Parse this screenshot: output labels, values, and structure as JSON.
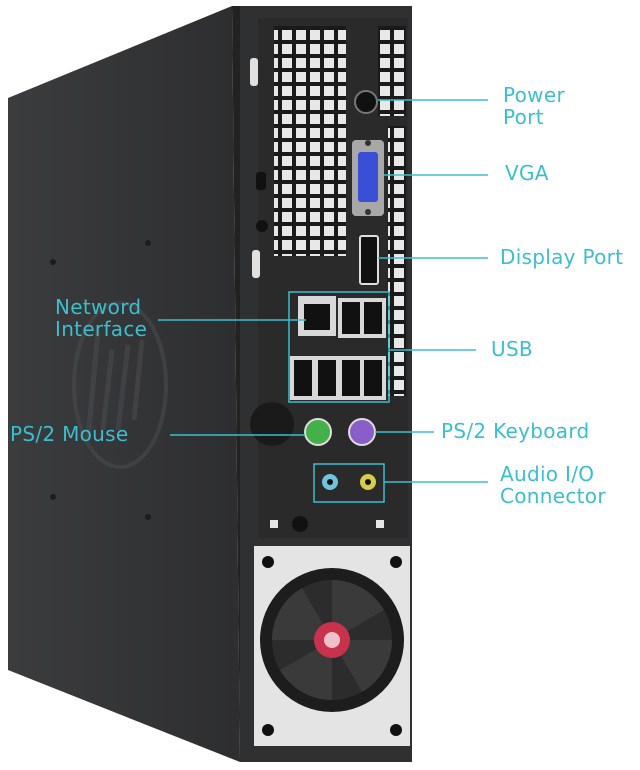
{
  "accent_color": "#3bbfcf",
  "brand_logo_text": "hp",
  "labels": {
    "power_port": [
      "Power",
      "Port"
    ],
    "vga": "VGA",
    "display_port": "Display Port",
    "network_interface": [
      "Netword",
      "Interface"
    ],
    "usb": "USB",
    "ps2_mouse": "PS/2 Mouse",
    "ps2_keyboard": "PS/2 Keyboard",
    "audio_io": [
      "Audio I/O",
      "Connector"
    ]
  },
  "icons": {
    "fan": "fan-icon",
    "logo": "hp-logo"
  }
}
